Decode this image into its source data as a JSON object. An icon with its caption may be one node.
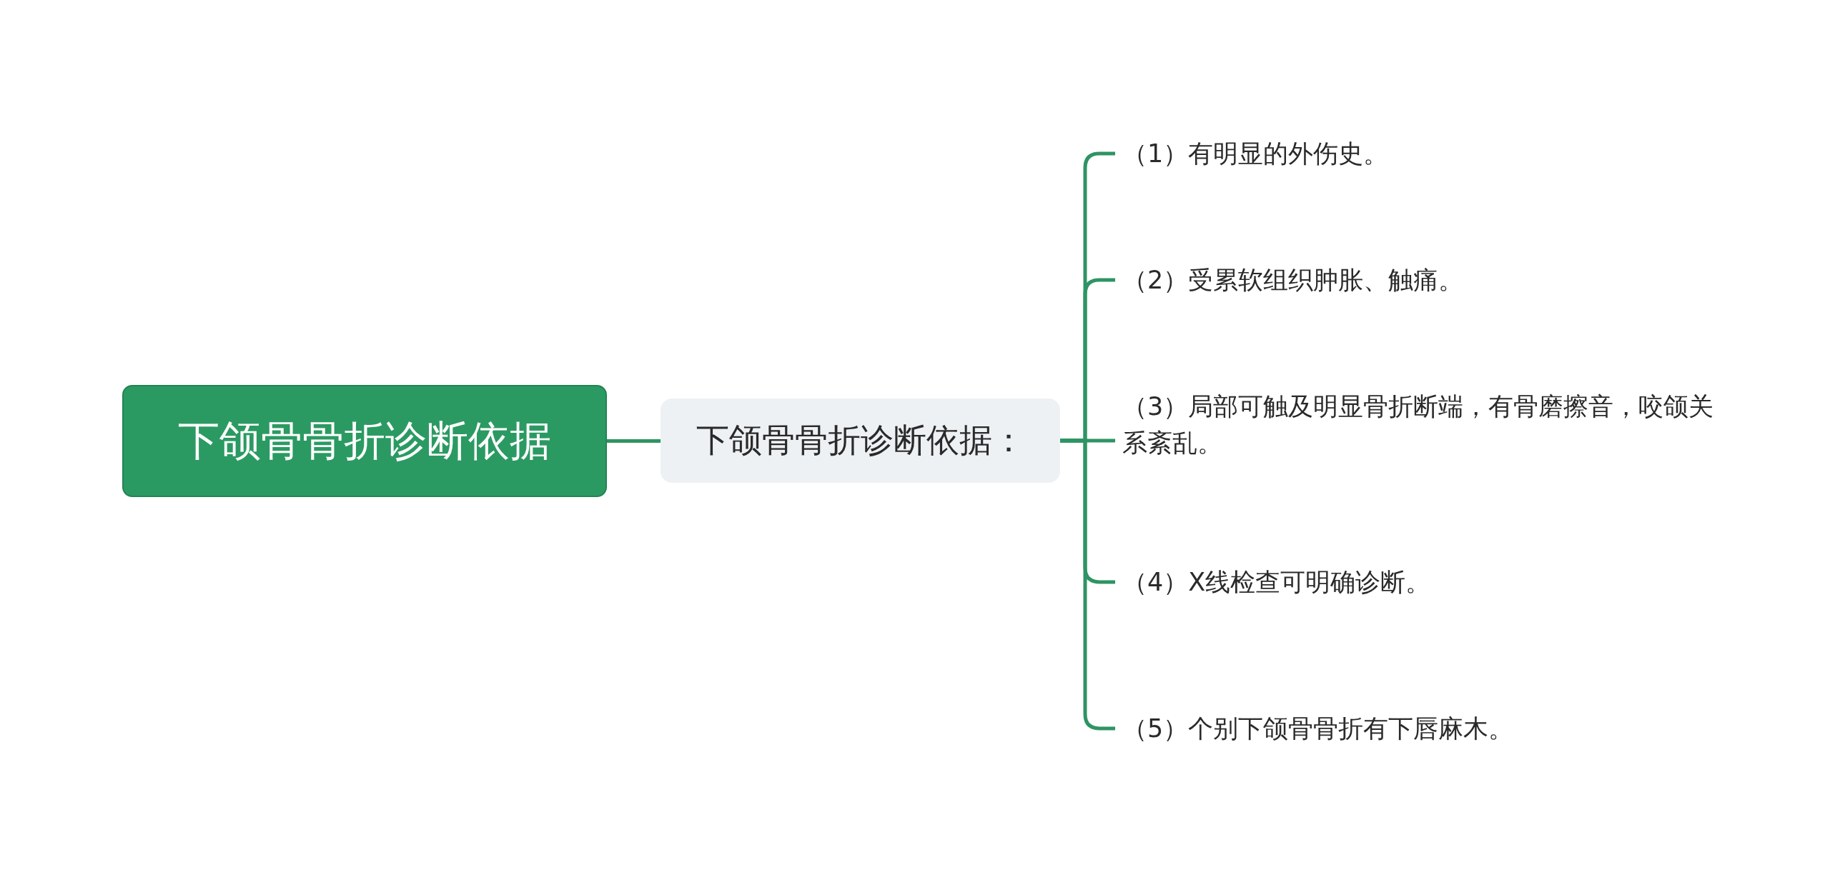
{
  "diagram": {
    "nodes": [
      {
        "text": [
          "下颌骨骨折诊断依据"
        ]
      },
      {
        "text": [
          "下颌骨骨折诊断依据："
        ]
      },
      {
        "text": [
          "（1）有明显的外伤史。"
        ]
      },
      {
        "text": [
          "（2）受累软组织肿胀、触痛。"
        ]
      },
      {
        "text": [
          "（3）局部可触及明显骨折断端，有骨磨擦音，咬颌关系紊乱。"
        ]
      },
      {
        "text": [
          "（4）X线检查可明确诊断。"
        ]
      },
      {
        "text": [
          "（5）个别下颌骨骨折有下唇麻木。"
        ]
      }
    ],
    "edges": [
      {
        "from": 0,
        "to": 1,
        "arrow": "none"
      },
      {
        "from": 1,
        "to": 2,
        "arrow": "none"
      },
      {
        "from": 1,
        "to": 3,
        "arrow": "none"
      },
      {
        "from": 1,
        "to": 4,
        "arrow": "none"
      },
      {
        "from": 1,
        "to": 5,
        "arrow": "none"
      },
      {
        "from": 1,
        "to": 6,
        "arrow": "none"
      }
    ]
  }
}
